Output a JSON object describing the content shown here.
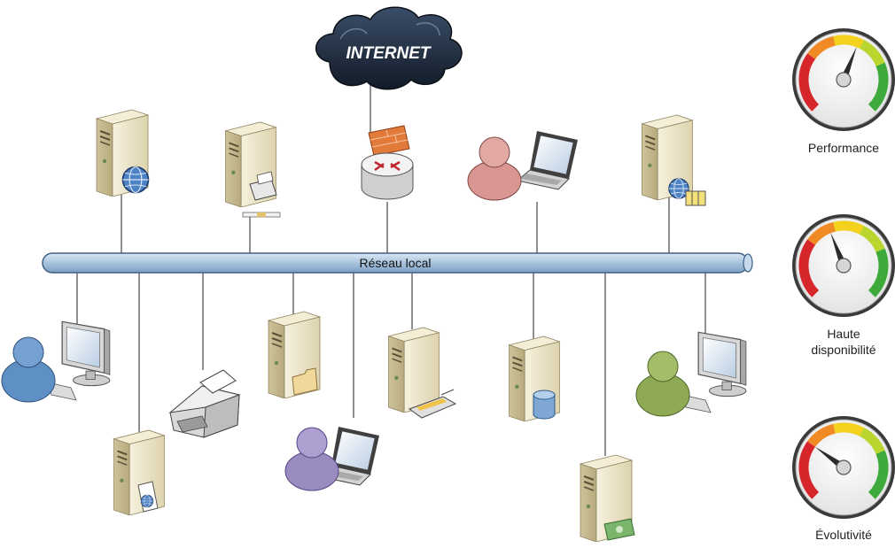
{
  "internet_label": "INTERNET",
  "network_label": "Réseau local",
  "gauges": [
    {
      "label": "Performance",
      "level": 0.58
    },
    {
      "label": "Haute\ndisponibilité",
      "level": 0.42
    },
    {
      "label": "Évolutivité",
      "level": 0.3
    }
  ],
  "colors": {
    "bus": "#b8cfe4",
    "bus_stroke": "#3e5f86",
    "cloud": "#1f2c3e",
    "server_body": "#ece4c8",
    "user_blue": "#5e8fc5",
    "user_pink": "#d99591",
    "user_purple": "#9a8bc0",
    "user_green": "#8faa55"
  }
}
